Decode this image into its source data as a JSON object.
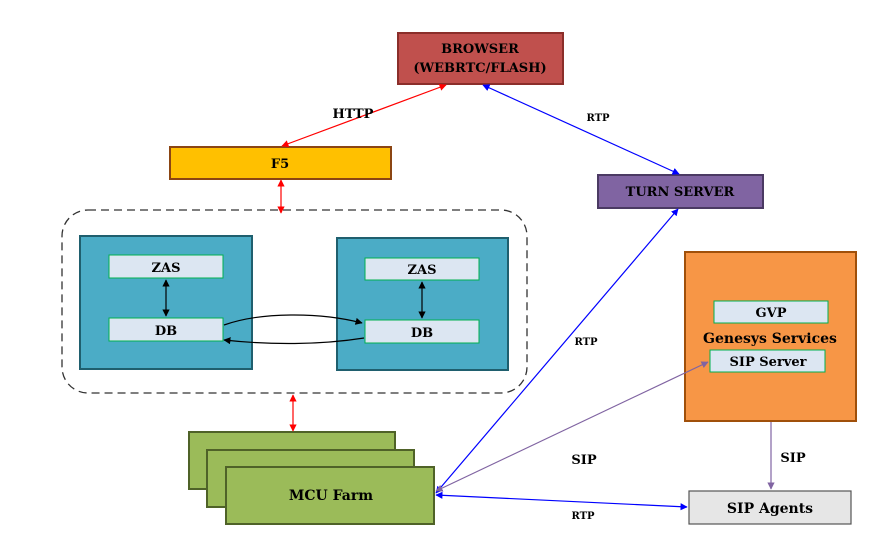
{
  "nodes": {
    "browser_line1": "BROWSER",
    "browser_line2": "(WEBRTC/FLASH)",
    "f5": "F5",
    "turn_server": "TURN SERVER",
    "zas_left": "ZAS",
    "db_left": "DB",
    "zas_right": "ZAS",
    "db_right": "DB",
    "gvp": "GVP",
    "genesys_services": "Genesys Services",
    "sip_server": "SIP Server",
    "mcu_farm": "MCU Farm",
    "sip_agents": "SIP Agents"
  },
  "edge_labels": {
    "http": "HTTP",
    "rtp_browser_turn": "RTP",
    "rtp_turn_mcu": "RTP",
    "sip_mcu_sipserver": "SIP",
    "sip_genesys_agents": "SIP",
    "rtp_mcu_agents": "RTP"
  },
  "colors": {
    "browser_fill": "#c0504d",
    "browser_border": "#8b2e2a",
    "f5_fill": "#ffc000",
    "f5_border": "#8b4513",
    "turn_fill": "#8064a2",
    "turn_border": "#4b3a63",
    "server_fill": "#4bacc6",
    "server_border": "#1f5f6e",
    "inner_fill": "#dce6f2",
    "inner_border": "#00b050",
    "genesys_fill": "#f79646",
    "genesys_border": "#a0500a",
    "mcu_fill": "#9bbb59",
    "mcu_border": "#4f6228",
    "agents_fill": "#e6e6e6",
    "red_arrow": "#ff0000",
    "blue_arrow": "#0000ff",
    "purple_arrow": "#8064a2",
    "black_arrow": "#000000"
  }
}
